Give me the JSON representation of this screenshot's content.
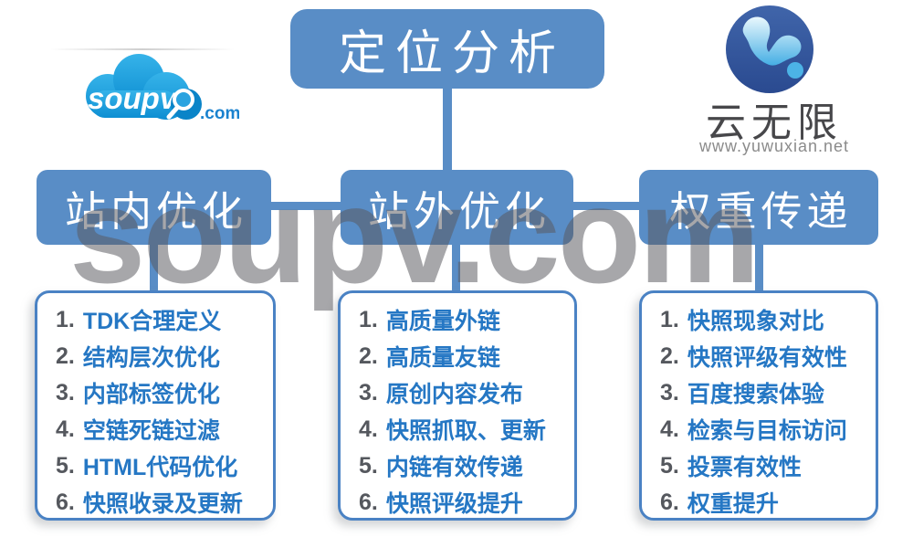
{
  "watermark": "soupv.com",
  "colors": {
    "accent": "#598dc6",
    "panel-border": "#4a82c4",
    "item": "#2577c4",
    "number": "#55585e",
    "watermark": "rgba(88,88,95,0.53)"
  },
  "logo_left": {
    "text": "soupv",
    "suffix": ".com"
  },
  "logo_right": {
    "title": "云无限",
    "url": "www.yuwuxian.net"
  },
  "root": {
    "title": "定位分析"
  },
  "branches": [
    {
      "title": "站内优化",
      "items": [
        {
          "num": "1.",
          "label": "TDK合理定义"
        },
        {
          "num": "2.",
          "label": "结构层次优化"
        },
        {
          "num": "3.",
          "label": "内部标签优化"
        },
        {
          "num": "4.",
          "label": "空链死链过滤"
        },
        {
          "num": "5.",
          "label": "HTML代码优化"
        },
        {
          "num": "6.",
          "label": "快照收录及更新"
        }
      ]
    },
    {
      "title": "站外优化",
      "items": [
        {
          "num": "1.",
          "label": "高质量外链"
        },
        {
          "num": "2.",
          "label": "高质量友链"
        },
        {
          "num": "3.",
          "label": "原创内容发布"
        },
        {
          "num": "4.",
          "label": "快照抓取、更新"
        },
        {
          "num": "5.",
          "label": "内链有效传递"
        },
        {
          "num": "6.",
          "label": "快照评级提升"
        }
      ]
    },
    {
      "title": "权重传递",
      "items": [
        {
          "num": "1.",
          "label": "快照现象对比"
        },
        {
          "num": "2.",
          "label": "快照评级有效性"
        },
        {
          "num": "3.",
          "label": "百度搜索体验"
        },
        {
          "num": "4.",
          "label": "检索与目标访问"
        },
        {
          "num": "5.",
          "label": "投票有效性"
        },
        {
          "num": "6.",
          "label": "权重提升"
        }
      ]
    }
  ]
}
